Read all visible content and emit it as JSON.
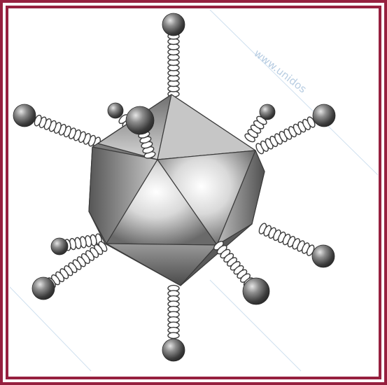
{
  "figure": {
    "watermark_text": "www.unidos",
    "colors": {
      "frame": "#96203f",
      "background": "#ffffff",
      "watermark": "#b8cde2",
      "sphere": "#4a4a4a",
      "spring": "#7a7a7a",
      "body_dark": "#5e5e5e",
      "body_light": "#f6f6f6"
    },
    "parts": {
      "capsid": "icosahedral-capsid",
      "fibers": 12
    }
  }
}
